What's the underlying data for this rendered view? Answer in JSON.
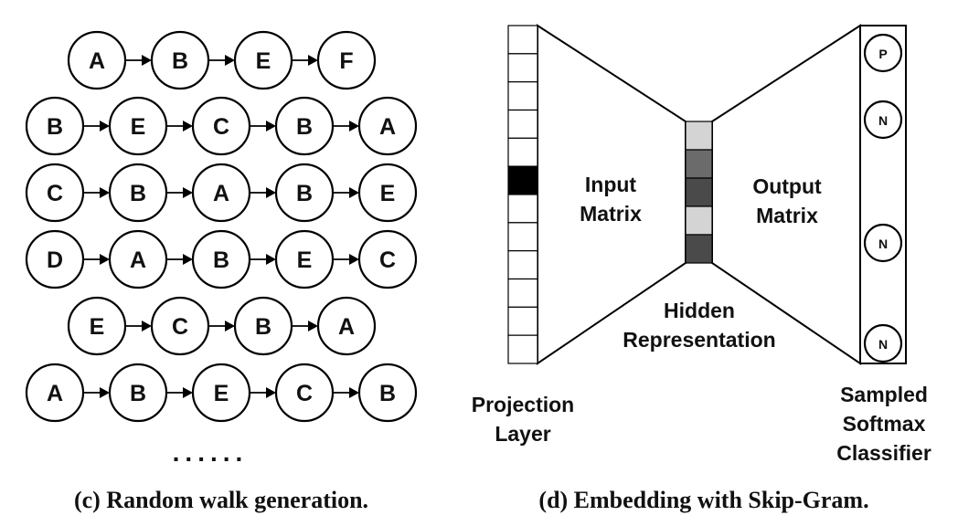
{
  "random_walk": {
    "rows": [
      [
        "A",
        "B",
        "E",
        "F"
      ],
      [
        "B",
        "E",
        "C",
        "B",
        "A"
      ],
      [
        "C",
        "B",
        "A",
        "B",
        "E"
      ],
      [
        "D",
        "A",
        "B",
        "E",
        "C"
      ],
      [
        "E",
        "C",
        "B",
        "A"
      ],
      [
        "A",
        "B",
        "E",
        "C",
        "B"
      ]
    ],
    "ellipsis": "......",
    "caption": "(c) Random walk generation."
  },
  "skipgram": {
    "projection_layer_label": [
      "Projection",
      "Layer"
    ],
    "projection_cells": 12,
    "projection_active_cell": 5,
    "input_matrix_label": [
      "Input",
      "Matrix"
    ],
    "output_matrix_label": [
      "Output",
      "Matrix"
    ],
    "hidden_label": [
      "Hidden",
      "Representation"
    ],
    "hidden_cells": [
      "#d4d4d4",
      "#6b6b6b",
      "#4a4a4a",
      "#d4d4d4",
      "#4a4a4a"
    ],
    "classifier_nodes": [
      "P",
      "N",
      "N",
      "N"
    ],
    "classifier_label": [
      "Sampled",
      "Softmax",
      "Classifier"
    ],
    "caption": "(d) Embedding with Skip-Gram."
  }
}
